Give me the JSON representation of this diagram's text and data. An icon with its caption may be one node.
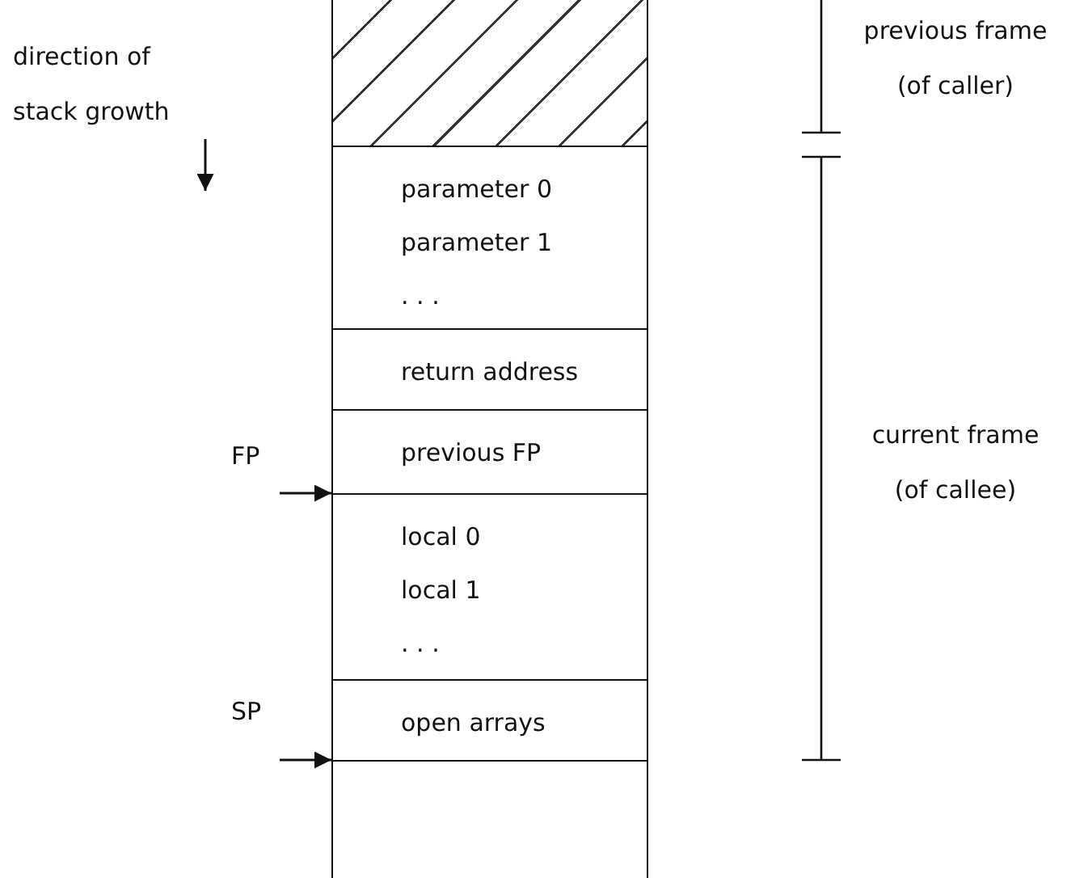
{
  "diagram": {
    "nodes": [
      {
        "text": [],
        "shape": "box"
      },
      {
        "text": [
          "parameter 0",
          "parameter 1",
          ". . ."
        ]
      },
      {
        "text": [
          "return address"
        ]
      },
      {
        "text": [
          "previous FP"
        ]
      },
      {
        "text": [
          "local 0",
          "local 1",
          ". . ."
        ]
      },
      {
        "text": [
          "open arrays"
        ]
      },
      {
        "text": [],
        "shape": "box"
      },
      {
        "text": [
          "FP"
        ]
      },
      {
        "text": [
          "SP"
        ]
      }
    ],
    "edges": [
      {
        "from": 7,
        "to": 4,
        "arrow": "to"
      },
      {
        "from": 8,
        "to": 6,
        "arrow": "to"
      }
    ],
    "labels": [
      "direction of stack growth",
      "previous frame (of caller)",
      "current frame (of callee)"
    ]
  }
}
